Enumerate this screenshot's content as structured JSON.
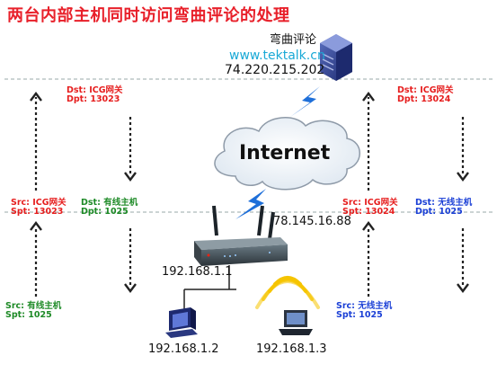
{
  "title": "两台内部主机同时访问弯曲评论的处理",
  "server": {
    "name": "弯曲评论",
    "url": "www.tektalk.cn",
    "ip": "74.220.215.202"
  },
  "cloud_label": "Internet",
  "router": {
    "wan_ip": "78.145.16.88",
    "lan_ip": "192.168.1.1"
  },
  "hosts": {
    "wired_ip": "192.168.1.2",
    "wireless_ip": "192.168.1.3"
  },
  "labels": {
    "wired_src_bottom": [
      "Src: 有线主机",
      "Spt: 1025"
    ],
    "wired_src_icg": [
      "Src: ICG网关",
      "Spt: 13023"
    ],
    "wired_dst_icg": [
      "Dst: ICG网关",
      "Dpt: 13023"
    ],
    "wired_dst_host": [
      "Dst: 有线主机",
      "Dpt: 1025"
    ],
    "wireless_src_bottom": [
      "Src: 无线主机",
      "Spt: 1025"
    ],
    "wireless_src_icg": [
      "Src: ICG网关",
      "Spt: 13024"
    ],
    "wireless_dst_icg": [
      "Dst: ICG网关",
      "Dpt: 13024"
    ],
    "wireless_dst_host": [
      "Dst: 无线主机",
      "Dpt: 1025"
    ]
  },
  "colors": {
    "title": "#e8202a",
    "red_label": "#e61e1e",
    "green_label": "#1d8a26",
    "blue_label": "#1a3fd6",
    "url": "#19a9d6",
    "lightning": "#1e6fd9",
    "wifi": "#f5c400"
  }
}
